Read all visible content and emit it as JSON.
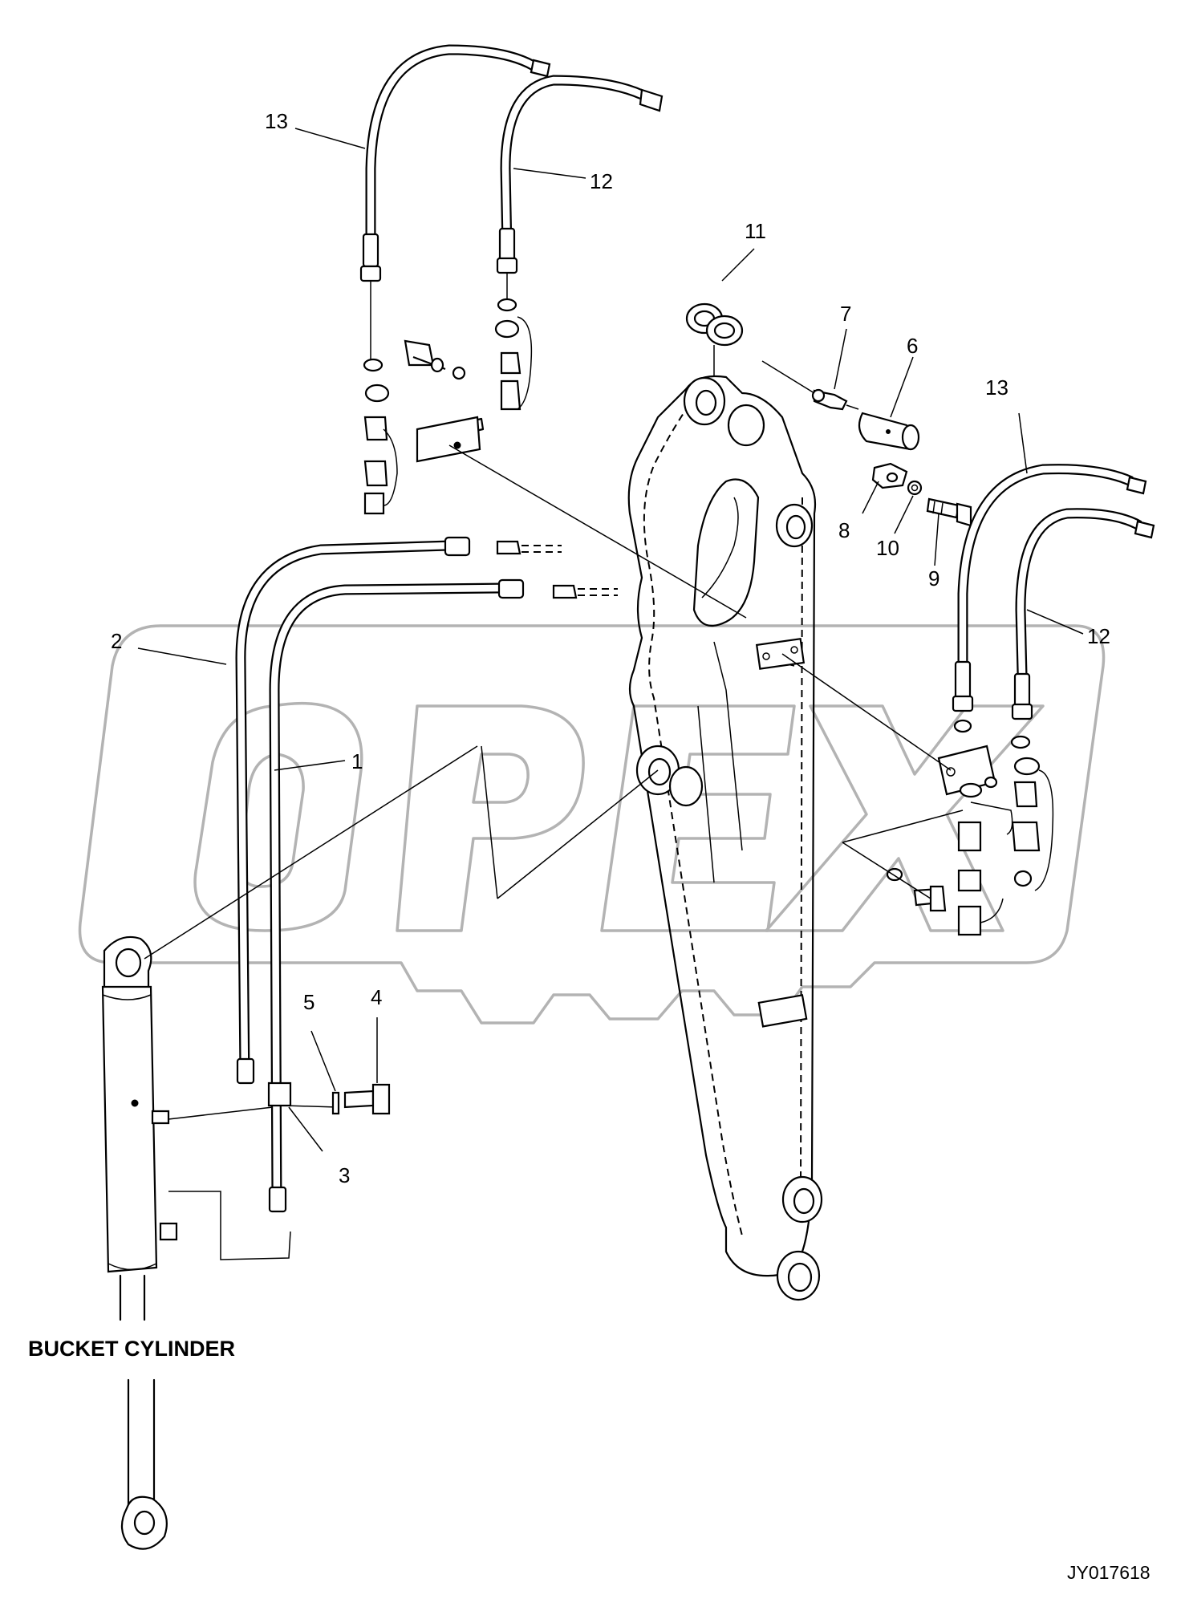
{
  "callouts": [
    {
      "id": "1",
      "text": "1"
    },
    {
      "id": "2",
      "text": "2"
    },
    {
      "id": "3",
      "text": "3"
    },
    {
      "id": "4",
      "text": "4"
    },
    {
      "id": "5",
      "text": "5"
    },
    {
      "id": "6",
      "text": "6"
    },
    {
      "id": "7",
      "text": "7"
    },
    {
      "id": "8",
      "text": "8"
    },
    {
      "id": "9",
      "text": "9"
    },
    {
      "id": "10",
      "text": "10"
    },
    {
      "id": "11",
      "text": "11"
    },
    {
      "id": "12a",
      "text": "12"
    },
    {
      "id": "12b",
      "text": "12"
    },
    {
      "id": "13a",
      "text": "13"
    },
    {
      "id": "13b",
      "text": "13"
    }
  ],
  "labels": {
    "cylinder_caption": "BUCKET CYLINDER",
    "drawing_number": "JY017618",
    "watermark_text": "OPEX"
  },
  "colors": {
    "line": "#000000",
    "watermark": "#b3b3b3",
    "background": "#ffffff"
  }
}
